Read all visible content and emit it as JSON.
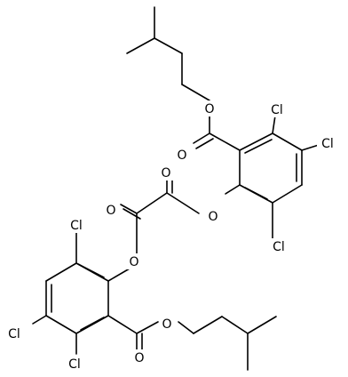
{
  "molecule": {
    "atoms": [
      {
        "id": "cl1",
        "label": "Cl"
      },
      {
        "id": "cl2",
        "label": "Cl"
      },
      {
        "id": "cl3",
        "label": "Cl"
      },
      {
        "id": "o1",
        "label": "O"
      },
      {
        "id": "o2",
        "label": "O"
      },
      {
        "id": "o3",
        "label": "O"
      },
      {
        "id": "o4",
        "label": "O"
      },
      {
        "id": "o5",
        "label": "O"
      },
      {
        "id": "cl4",
        "label": "Cl"
      },
      {
        "id": "o6",
        "label": "O"
      },
      {
        "id": "cl5",
        "label": "Cl"
      },
      {
        "id": "cl6",
        "label": "Cl"
      },
      {
        "id": "o7",
        "label": "O"
      },
      {
        "id": "o8",
        "label": "O"
      }
    ]
  },
  "colors": {
    "bond": "#000000",
    "background": "#ffffff"
  }
}
